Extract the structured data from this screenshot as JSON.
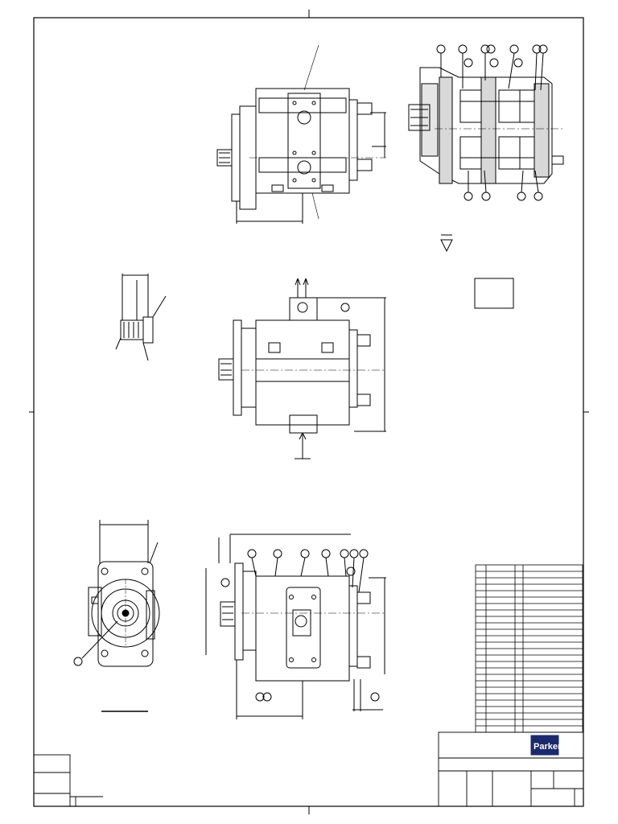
{
  "sheet": {
    "brand": {
      "name": "Parker",
      "letter": "P",
      "color": "#1a2a6c"
    },
    "line_color": "#000000",
    "views": [
      "top-view",
      "section-view",
      "spline-detail",
      "side-view",
      "front-view",
      "bottom-view"
    ]
  }
}
